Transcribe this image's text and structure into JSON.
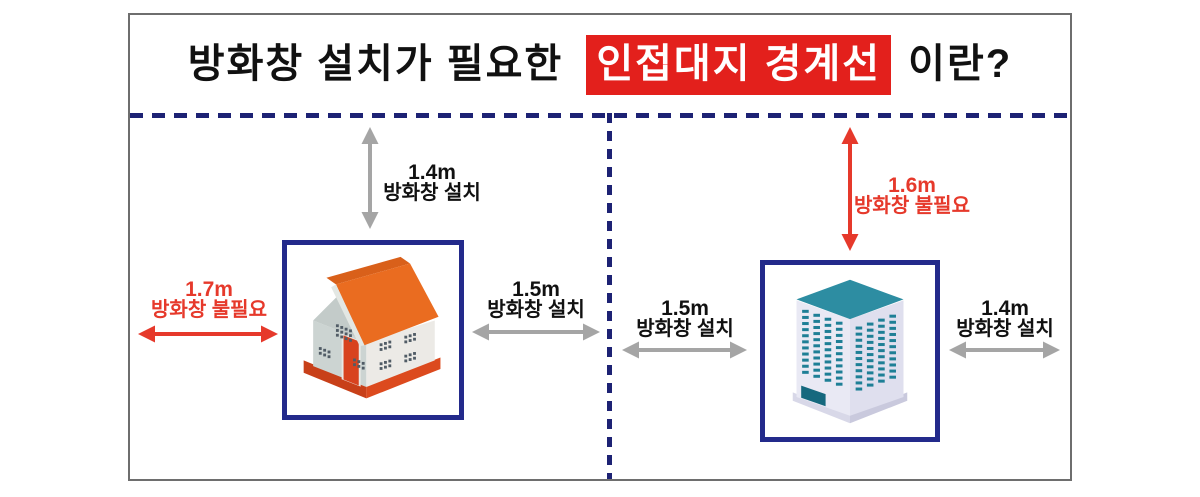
{
  "title": {
    "prefix": "방화창 설치가 필요한",
    "highlight": "인접대지 경계선",
    "suffix": "이란?"
  },
  "panels": {
    "left": {
      "illustration": "house",
      "top_measure": {
        "distance": "1.4m",
        "note": "방화창 설치",
        "status": "install"
      },
      "left_measure": {
        "distance": "1.7m",
        "note": "방화창 불필요",
        "status": "not-required"
      },
      "right_measure": {
        "distance": "1.5m",
        "note": "방화창 설치",
        "status": "install"
      }
    },
    "right": {
      "illustration": "building",
      "top_measure": {
        "distance": "1.6m",
        "note": "방화창 불필요",
        "status": "not-required"
      },
      "left_measure": {
        "distance": "1.5m",
        "note": "방화창 설치",
        "status": "install"
      },
      "right_measure": {
        "distance": "1.4m",
        "note": "방화창 설치",
        "status": "install"
      }
    }
  },
  "colors": {
    "highlight_bg": "#e3201c",
    "alert_red": "#e6392b",
    "boundary_navy": "#232a8b",
    "dash_navy": "#1d2274",
    "arrow_gray": "#a5a5a5",
    "text_black": "#111111",
    "frame_gray": "#6e6e6e"
  }
}
